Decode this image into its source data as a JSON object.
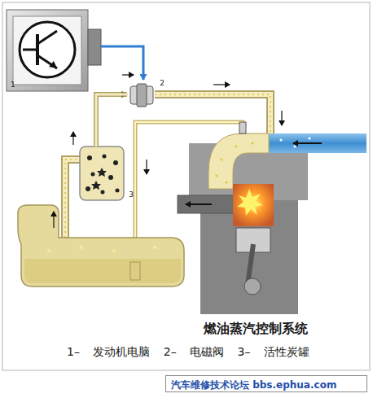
{
  "diagram": {
    "title": "燃油蒸汽控制系统",
    "caption": "1– 发动机电脑 2– 电磁阀 3– 活性炭罐",
    "nodes": [
      {
        "text": [
          "1"
        ]
      },
      {
        "text": [
          "2"
        ]
      },
      {
        "text": [
          "3"
        ]
      }
    ],
    "edges": [
      {
        "from": 0,
        "to": 1,
        "arrow": "to"
      },
      {
        "from": 2,
        "to": 1,
        "arrow": "to"
      }
    ],
    "labels": [
      "汽车维修技术论坛 bbs.ephua.com"
    ]
  }
}
